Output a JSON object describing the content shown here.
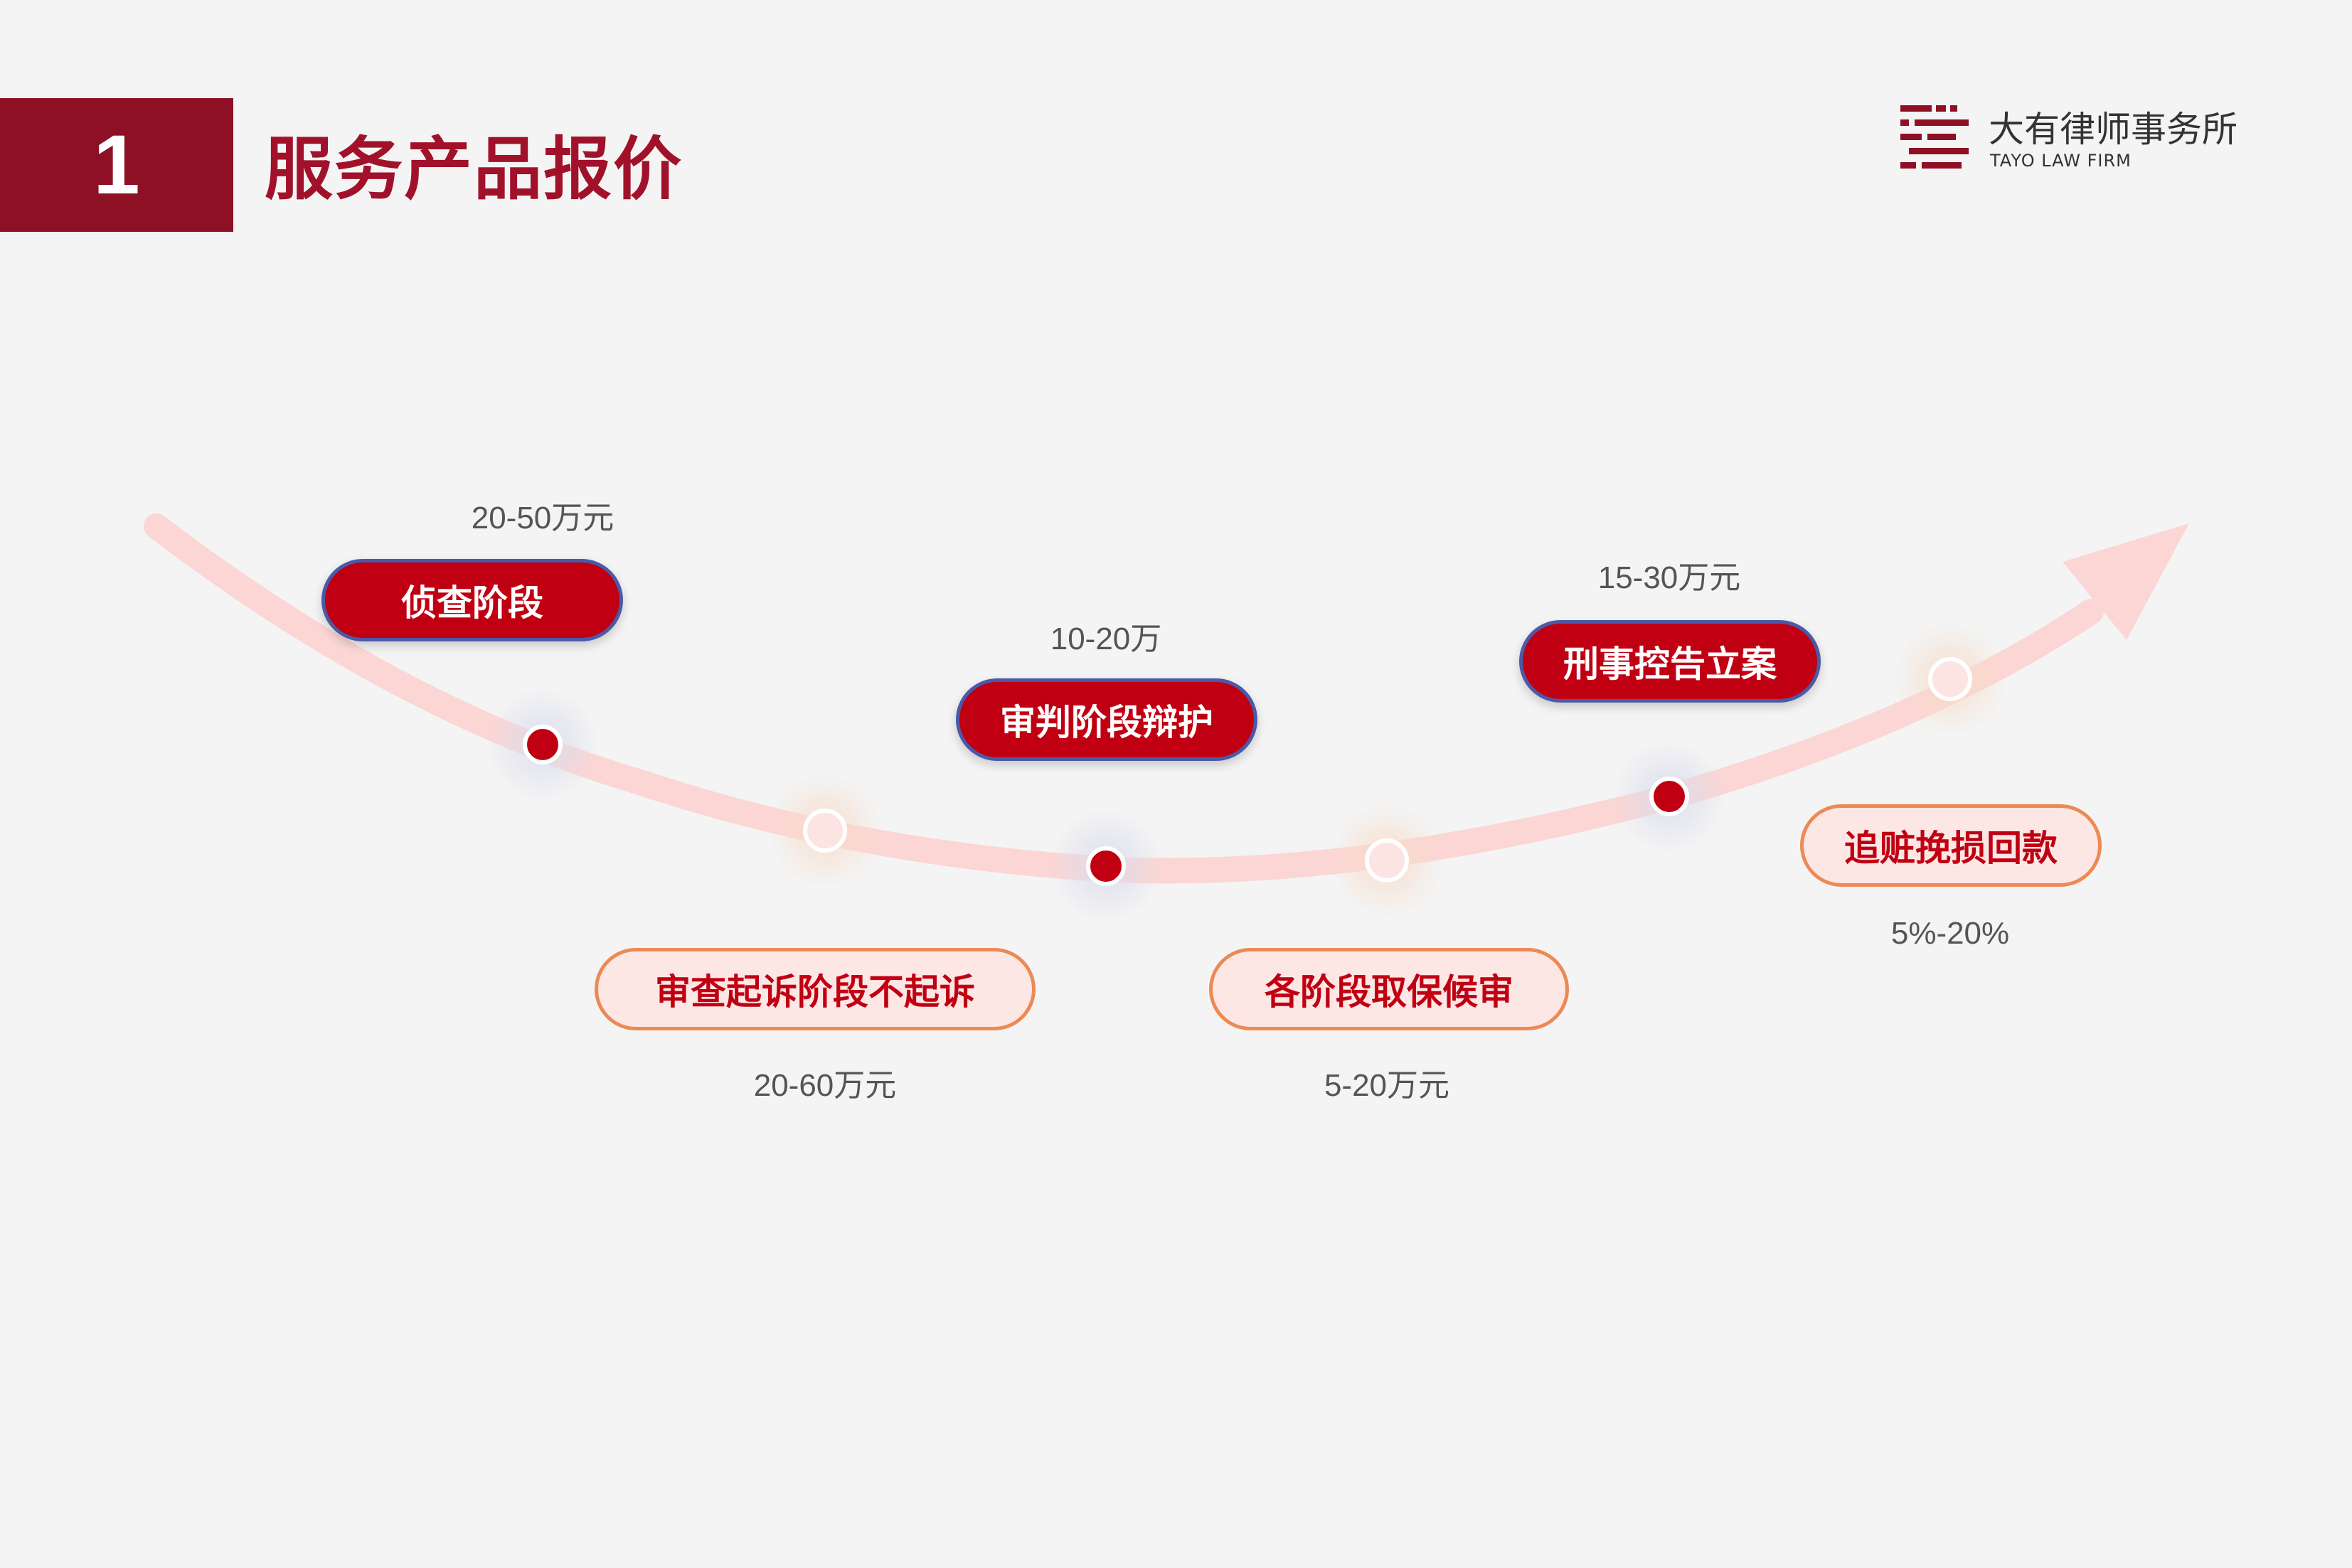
{
  "header": {
    "number": "1",
    "title": "服务产品报价"
  },
  "logo": {
    "name_cn": "大有律师事务所",
    "name_en": "TAYO LAW FIRM",
    "icon": "law-firm-logo-icon"
  },
  "stages": [
    {
      "label": "侦查阶段",
      "price": "20-50万元",
      "style": "dark",
      "node": "solid"
    },
    {
      "label": "审查起诉阶段不起诉",
      "price": "20-60万元",
      "style": "light",
      "node": "hollow"
    },
    {
      "label": "审判阶段辩护",
      "price": "10-20万",
      "style": "dark",
      "node": "solid"
    },
    {
      "label": "各阶段取保候审",
      "price": "5-20万元",
      "style": "light",
      "node": "hollow"
    },
    {
      "label": "刑事控告立案",
      "price": "15-30万元",
      "style": "dark",
      "node": "solid"
    },
    {
      "label": "追赃挽损回款",
      "price": "5%-20%",
      "style": "light",
      "node": "hollow"
    }
  ],
  "colors": {
    "brand_dark": "#8e1025",
    "accent_red": "#c00012",
    "pill_border_dark": "#4a5aa8",
    "pill_border_light": "#ec8a55",
    "pill_fill_light": "#fde7e5",
    "curve": "#fbd6d4"
  }
}
